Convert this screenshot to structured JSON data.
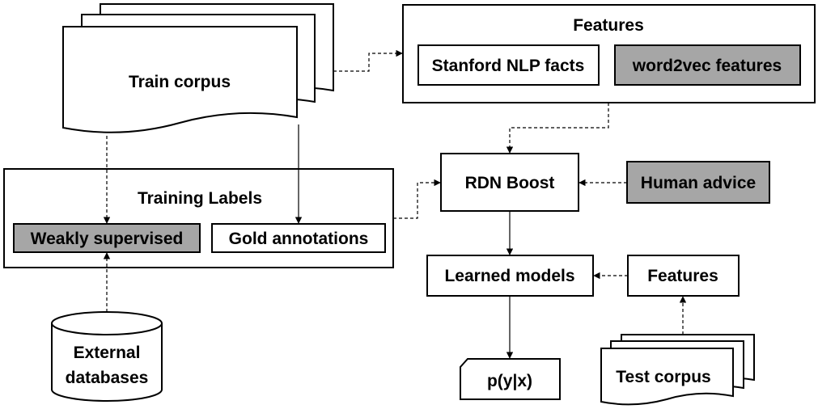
{
  "diagram": {
    "train_corpus": "Train corpus",
    "features_group_title": "Features",
    "stanford_nlp_facts": "Stanford NLP facts",
    "word2vec_features": "word2vec features",
    "training_labels_title": "Training Labels",
    "weakly_supervised": "Weakly supervised",
    "gold_annotations": "Gold annotations",
    "rdn_boost": "RDN Boost",
    "human_advice": "Human advice",
    "learned_models": "Learned models",
    "test_features": "Features",
    "external_databases_line1": "External",
    "external_databases_line2": "databases",
    "output": "p(y|x)",
    "test_corpus": "Test corpus"
  }
}
